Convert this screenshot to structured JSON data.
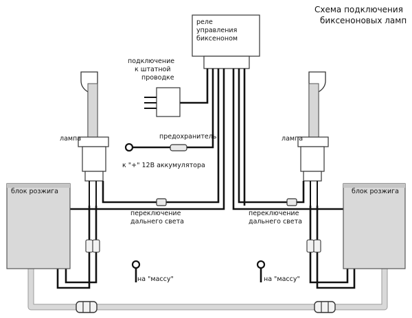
{
  "title": {
    "line1": "Схема подключения",
    "line2": "биксеноновых ламп"
  },
  "relay": {
    "line1": "реле",
    "line2": "управления",
    "line3": "биксеноном"
  },
  "standard_wiring": {
    "line1": "подключение",
    "line2": "к штатной",
    "line3": "проводке"
  },
  "fuse_label": "предохранитель",
  "battery_label": "к \"+\" 12В аккумулятора",
  "lamp_left_label": "лампа",
  "lamp_right_label": "лампа",
  "ignition_left_label": "блок розжига",
  "ignition_right_label": "блок розжига",
  "highbeam_left": {
    "line1": "переключение",
    "line2": "дальнего света"
  },
  "highbeam_right": {
    "line1": "переключение",
    "line2": "дальнего света"
  },
  "ground_left_label": "на \"массу\"",
  "ground_right_label": "на \"массу\""
}
